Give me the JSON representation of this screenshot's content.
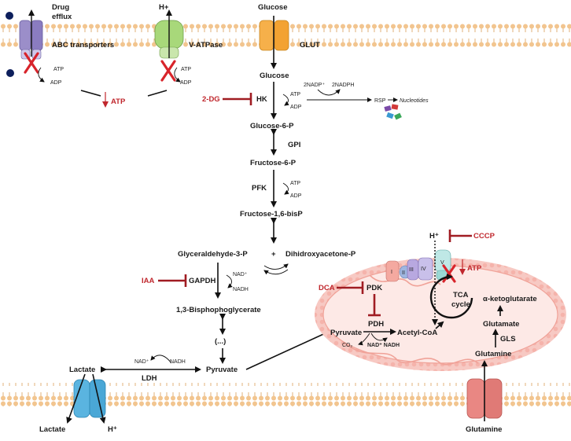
{
  "labels": {
    "drug_efflux_1": "Drug",
    "drug_efflux_2": "efflux",
    "abc": "ABC transporters",
    "h_plus_top": "H+",
    "vatpase": "V-ATPase",
    "glucose_top": "Glucose",
    "glut": "GLUT",
    "atp_1": "ATP",
    "adp_1": "ADP",
    "atp_2": "ATP",
    "adp_2": "ADP",
    "atp_down": "ATP",
    "glucose": "Glucose",
    "two_dg": "2-DG",
    "hk": "HK",
    "hk_atp": "ATP",
    "hk_adp": "ADP",
    "nadp": "2NADP⁺",
    "nadph": "2NADPH",
    "rsp": "RSP",
    "nucleotides": "Nucleotides",
    "g6p": "Glucose-6-P",
    "gpi": "GPI",
    "f6p": "Fructose-6-P",
    "pfk": "PFK",
    "pfk_atp": "ATP",
    "pfk_adp": "ADP",
    "f16bp": "Fructose-1,6-bisP",
    "g3p": "Glyceraldehyde-3-P",
    "plus": "+",
    "dhap": "Dihidroxyacetone-P",
    "iaa": "IAA",
    "gapdh": "GAPDH",
    "nad_1": "NAD⁺",
    "nadh_1": "NADH",
    "bpg": "1,3-Bisphophoglycerate",
    "ellipsis": "(...)",
    "nad_2": "NAD⁺",
    "nadh_2": "NADH",
    "lactate": "Lactate",
    "pyruvate": "Pyruvate",
    "ldh": "LDH",
    "lactate_out": "Lactate",
    "h_plus_bottom": "H⁺",
    "h_plus_mito": "H⁺",
    "cccp": "CCCP",
    "complex_I": "I",
    "complex_II": "II",
    "complex_III": "III",
    "complex_IV": "IV",
    "complex_V": "V",
    "atp_mito": "ATP",
    "dca": "DCA",
    "pdk": "PDK",
    "pdh": "PDH",
    "pyruvate_mito": "Pyruvate",
    "acetyl_coa": "Acetyl-CoA",
    "co2": "CO₂",
    "nad_nadh_mito": "NAD⁺ NADH",
    "tca_1": "TCA",
    "tca_2": "cycle",
    "akg": "α-ketoglutarate",
    "glutamate": "Glutamate",
    "gls": "GLS",
    "glutamine_mito": "Glutamine",
    "glutamine_out": "Glutamine"
  },
  "colors": {
    "inhibitor": "#c0272d",
    "membrane": "#f2c58f",
    "mitochondrion": "#f7c9c3",
    "abc_transporter": "#9b8ec9",
    "vatpase": "#a8d87a",
    "glut": "#f6b04a",
    "lactate_transporter": "#5ab4e0",
    "glutamine_transporter": "#e98783"
  }
}
